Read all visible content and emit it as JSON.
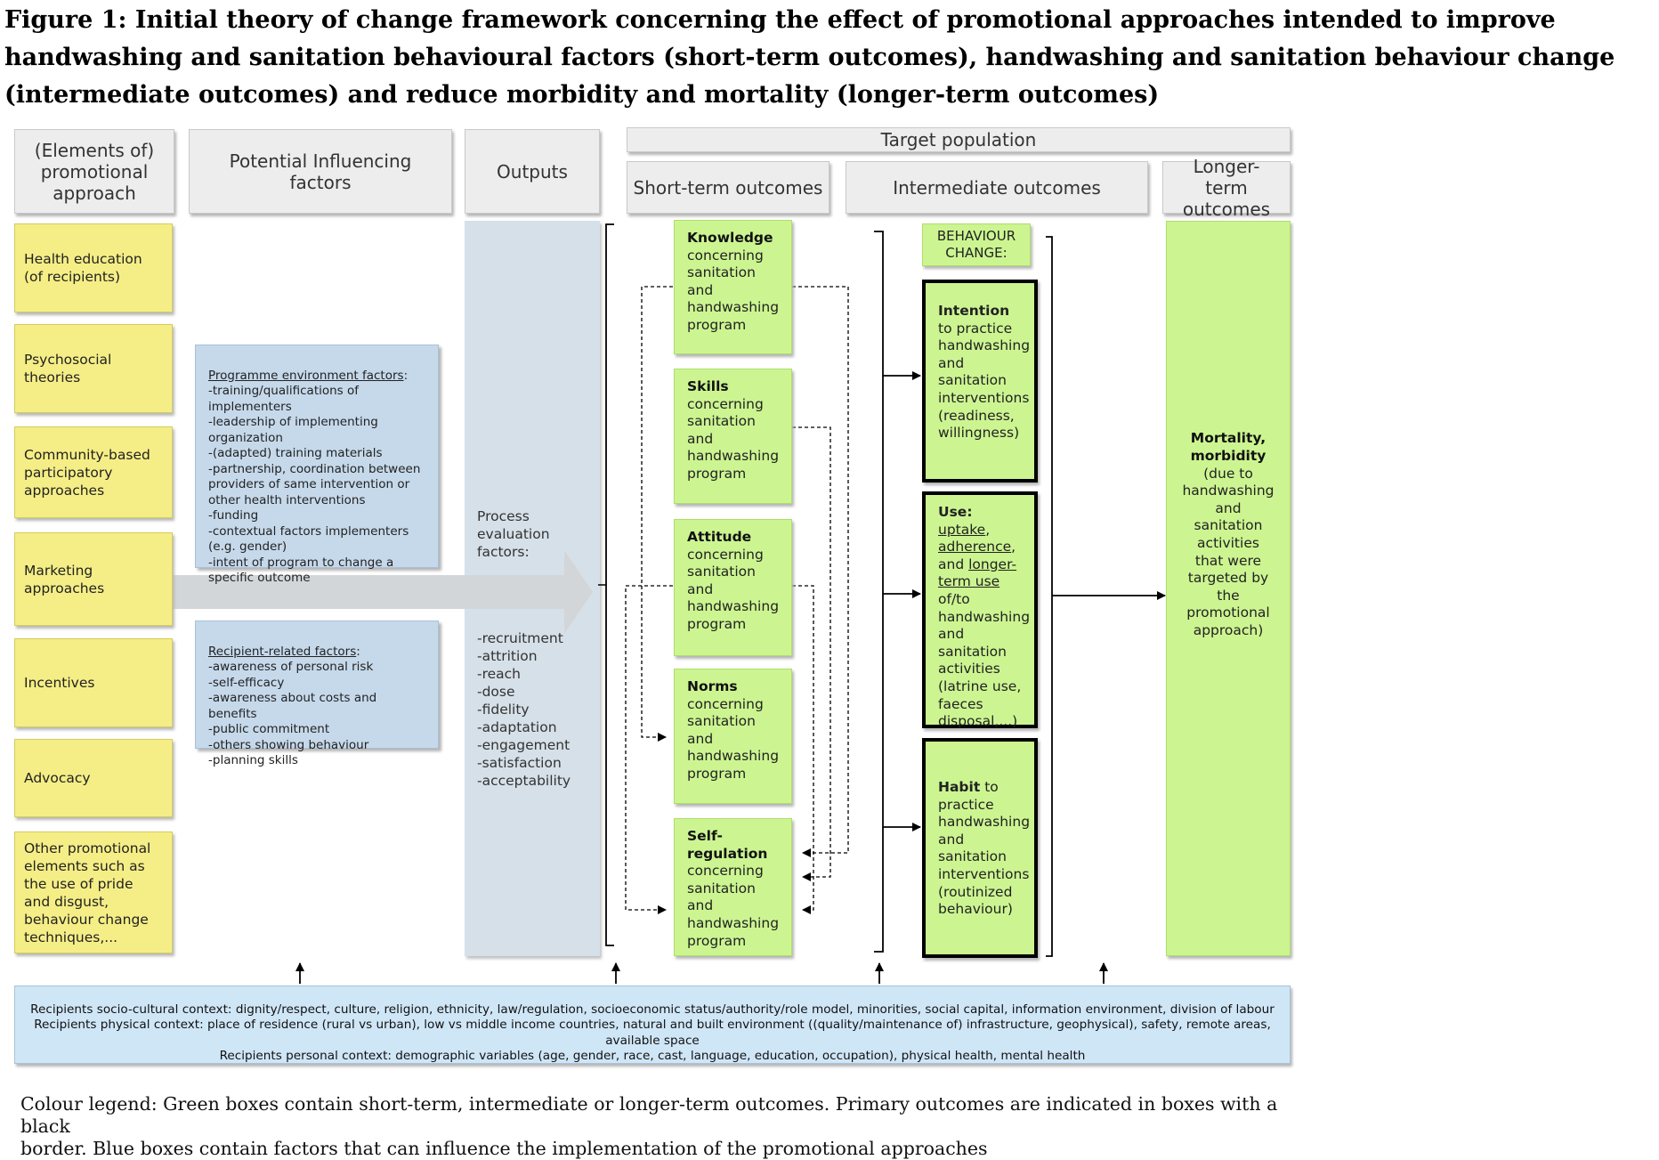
{
  "title": "Figure 1: Initial theory of change framework concerning the effect of promotional approaches intended to improve handwashing and sanitation behavioural factors (short-term outcomes), handwashing and sanitation behaviour change (intermediate outcomes) and reduce morbidity and mortality (longer-term outcomes)",
  "headers": {
    "elements": "(Elements of) promotional approach",
    "potential": "Potential Influencing factors",
    "outputs": "Outputs",
    "target_population": "Target population",
    "short_term": "Short-term outcomes",
    "intermediate": "Intermediate outcomes",
    "longer_term": "Longer-term outcomes"
  },
  "promotional_elements": [
    "Health education (of recipients)",
    "Psychosocial theories",
    "Community-based participatory approaches",
    "Marketing approaches",
    "Incentives",
    "Advocacy",
    "Other promotional elements such as the use of pride and disgust, behaviour change techniques,..."
  ],
  "programme_factors": {
    "heading": "Programme environment factors",
    "text": "-training/qualifications of implementers\n-leadership of implementing organization\n-(adapted) training materials\n-partnership, coordination between providers of same intervention or other health interventions\n-funding\n-contextual factors implementers (e.g. gender)\n-intent of program to change a specific outcome"
  },
  "recipient_factors": {
    "heading": "Recipient-related factors",
    "text": "-awareness of personal risk\n-self-efficacy\n-awareness about costs and benefits\n-public commitment\n-others showing behaviour\n-planning skills"
  },
  "process_evaluation": {
    "heading": "Process evaluation factors:",
    "items": "-recruitment\n-attrition\n-reach\n-dose\n-fidelity\n-adaptation\n-engagement\n-satisfaction\n-acceptability"
  },
  "short_term_outcomes": [
    {
      "bold": "Knowledge",
      "text": "concerning sanitation and handwashing program"
    },
    {
      "bold": "Skills",
      "text": "concerning sanitation and handwashing program"
    },
    {
      "bold": "Attitude",
      "text": "concerning sanitation and handwashing program"
    },
    {
      "bold": "Norms",
      "text": "concerning sanitation and handwashing program"
    },
    {
      "bold": "Self-regulation",
      "text": "concerning sanitation and handwashing program"
    }
  ],
  "behaviour_change_label": "BEHAVIOUR CHANGE:",
  "intermediate_outcomes": {
    "intention": {
      "bold": "Intention",
      "text": "to practice handwashing and sanitation interventions (readiness, willingness)"
    },
    "use": {
      "bold": "Use:",
      "u1": "uptake",
      "sep1": ",",
      "u2": "adherence",
      "sep2": ", and",
      "u3": "longer-term use",
      "text": "of/to handwashing and sanitation activities (latrine use, faeces disposal,...)"
    },
    "habit": {
      "bold": "Habit",
      "text": "to practice handwashing and sanitation interventions (routinized behaviour)"
    }
  },
  "longer_term_outcome": {
    "bold": "Mortality, morbidity",
    "text": "(due to handwashing and sanitation activities that were targeted by the promotional approach)"
  },
  "context": [
    "Recipients socio-cultural context: dignity/respect, culture, religion, ethnicity, law/regulation, socioeconomic status/authority/role model, minorities, social capital, information environment,  division of labour",
    "Recipients physical context: place of residence (rural vs urban), low vs middle income countries, natural and built environment ((quality/maintenance of) infrastructure, geophysical), safety, remote areas, available space",
    "Recipients personal context: demographic variables (age, gender, race, cast, language, education, occupation), physical health, mental health"
  ],
  "legend": [
    "Colour legend: Green boxes contain short-term, intermediate or longer-term outcomes. Primary outcomes are indicated in boxes with a black",
    "border. Blue boxes contain factors that can influence the implementation of the promotional approaches"
  ]
}
